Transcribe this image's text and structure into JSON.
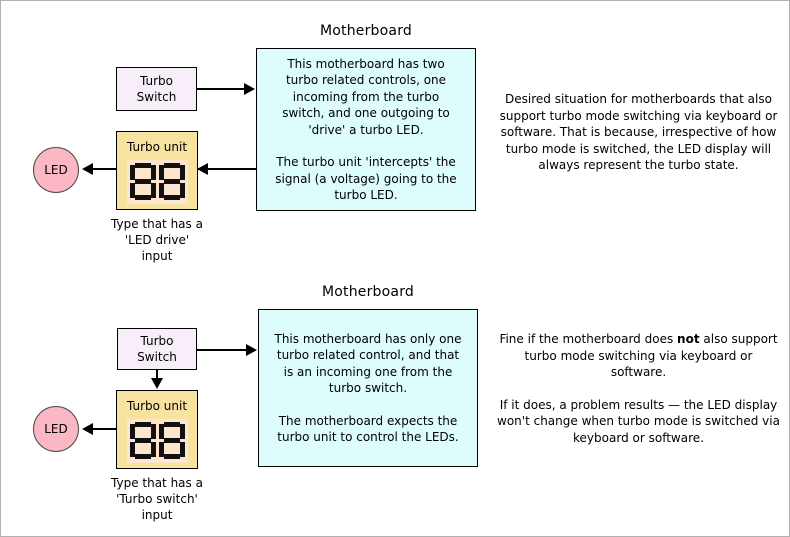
{
  "diagram": {
    "sections": [
      {
        "id": "top",
        "motherboard_title": "Motherboard",
        "motherboard_text_1": "This motherboard has two turbo related controls, one incoming from the turbo switch, and one outgoing to 'drive' a turbo LED.",
        "motherboard_text_2": "The turbo unit 'intercepts' the signal (a voltage) going to the turbo LED.",
        "switch_label_line1": "Turbo",
        "switch_label_line2": "Switch",
        "unit_label": "Turbo unit",
        "display_value": "88",
        "led_label": "LED",
        "caption_line1": "Type that has a",
        "caption_line2": "'LED drive'",
        "caption_line3": "input",
        "note_text_1": "Desired situation for motherboards that also support turbo mode switching via keyboard or software. That is because, irrespective of how turbo mode is switched, the LED display will always represent the turbo state."
      },
      {
        "id": "bottom",
        "motherboard_title": "Motherboard",
        "motherboard_text_1": "This motherboard has only one turbo related control, and that is an incoming one from the turbo switch.",
        "motherboard_text_2": "The motherboard expects the turbo unit to control the LEDs.",
        "switch_label_line1": "Turbo",
        "switch_label_line2": "Switch",
        "unit_label": "Turbo unit",
        "display_value": "88",
        "led_label": "LED",
        "caption_line1": "Type that has a",
        "caption_line2": "'Turbo switch'",
        "caption_line3": "input",
        "note_text_1_a": "Fine if the motherboard does ",
        "note_text_1_bold": "not",
        "note_text_1_b": " also support turbo mode switching via keyboard or software.",
        "note_text_2": "If it does, a problem results — the LED display won't change when turbo mode is switched via keyboard or software."
      }
    ],
    "colors": {
      "motherboard_fill": "#ddfcfc",
      "switch_fill": "#f7eefa",
      "unit_fill": "#f7e2a0",
      "display_fill": "#fde6cd",
      "led_fill": "#fbb8c4",
      "line": "#000000"
    }
  }
}
